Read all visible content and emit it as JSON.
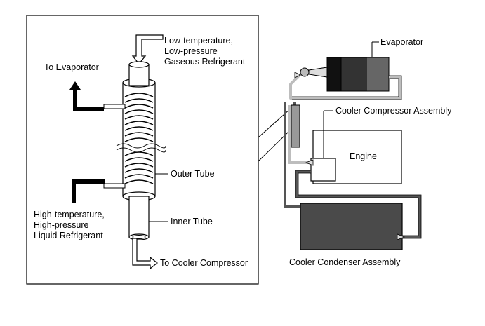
{
  "labels": {
    "low_temp_line1": "Low-temperature,",
    "low_temp_line2": "Low-pressure",
    "low_temp_line3": "Gaseous Refrigerant",
    "to_evaporator": "To Evaporator",
    "outer_tube": "Outer Tube",
    "high_temp_line1": "High-temperature,",
    "high_temp_line2": "High-pressure",
    "high_temp_line3": "Liquid Refrigerant",
    "inner_tube": "Inner Tube",
    "to_cooler_compressor": "To Cooler Compressor",
    "evaporator": "Evaporator",
    "cooler_compressor_assembly": "Cooler Compressor Assembly",
    "engine": "Engine",
    "cooler_condenser_assembly": "Cooler Condenser Assembly"
  },
  "colors": {
    "outline": "#000000",
    "hot_pipe": "#555555",
    "cold_pipe": "#bdbdbd",
    "condenser": "#4a4a4a",
    "evaporator_dark": "#111111",
    "evaporator_mid": "#333333",
    "evaporator_light": "#666666"
  }
}
